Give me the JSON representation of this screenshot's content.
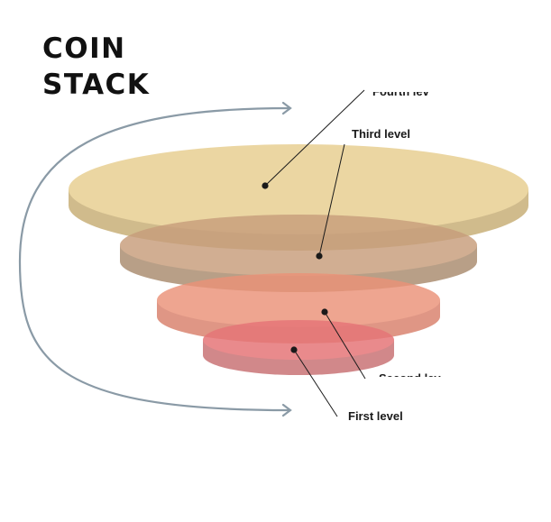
{
  "title": {
    "line1": "COIN",
    "line2": "STACK"
  },
  "levels": [
    {
      "label": "First level",
      "color": "#e0707a"
    },
    {
      "label": "Second lev",
      "color": "#e8826a"
    },
    {
      "label": "Third level",
      "color": "#c79a6e"
    },
    {
      "label": "Fourth lev",
      "color": "#e6cc8e"
    }
  ],
  "arrow_color": "#8a9aa6"
}
